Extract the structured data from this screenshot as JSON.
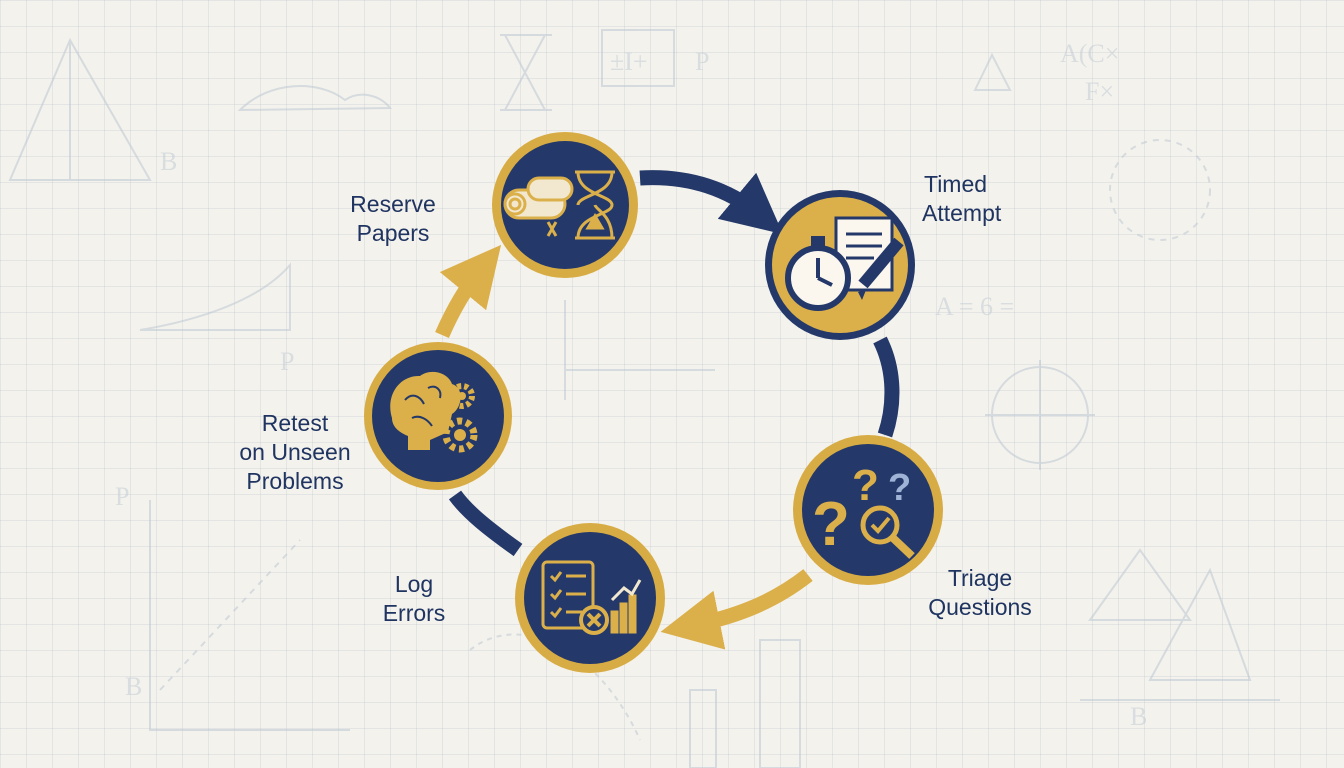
{
  "palette": {
    "navy": "#24396a",
    "gold": "#dbb04a",
    "ring_gold": "#d8ac45",
    "background": "#f4f2ec",
    "text": "#1f3461"
  },
  "steps": [
    {
      "id": "reserve-papers",
      "lines": [
        "Reserve",
        "Papers"
      ],
      "icon": "scroll-hourglass-icon",
      "fill": "navy"
    },
    {
      "id": "timed-attempt",
      "lines": [
        "Timed",
        "Attempt"
      ],
      "icon": "stopwatch-document-pencil-icon",
      "fill": "gold"
    },
    {
      "id": "triage-questions",
      "lines": [
        "Triage",
        "Questions"
      ],
      "icon": "question-marks-magnifier-icon",
      "fill": "navy"
    },
    {
      "id": "log-errors",
      "lines": [
        "Log",
        "Errors"
      ],
      "icon": "checklist-error-chart-icon",
      "fill": "navy"
    },
    {
      "id": "retest-unseen",
      "lines": [
        "Retest",
        "on Unseen",
        "Problems"
      ],
      "icon": "brain-gears-icon",
      "fill": "navy"
    }
  ],
  "arrows": [
    {
      "from": "reserve-papers",
      "to": "timed-attempt",
      "color": "navy",
      "arrowhead": true
    },
    {
      "from": "timed-attempt",
      "to": "triage-questions",
      "color": "navy",
      "arrowhead": false
    },
    {
      "from": "triage-questions",
      "to": "log-errors",
      "color": "gold",
      "arrowhead": true
    },
    {
      "from": "log-errors",
      "to": "retest-unseen",
      "color": "navy",
      "arrowhead": false
    },
    {
      "from": "retest-unseen",
      "to": "reserve-papers",
      "color": "gold",
      "arrowhead": true
    }
  ]
}
